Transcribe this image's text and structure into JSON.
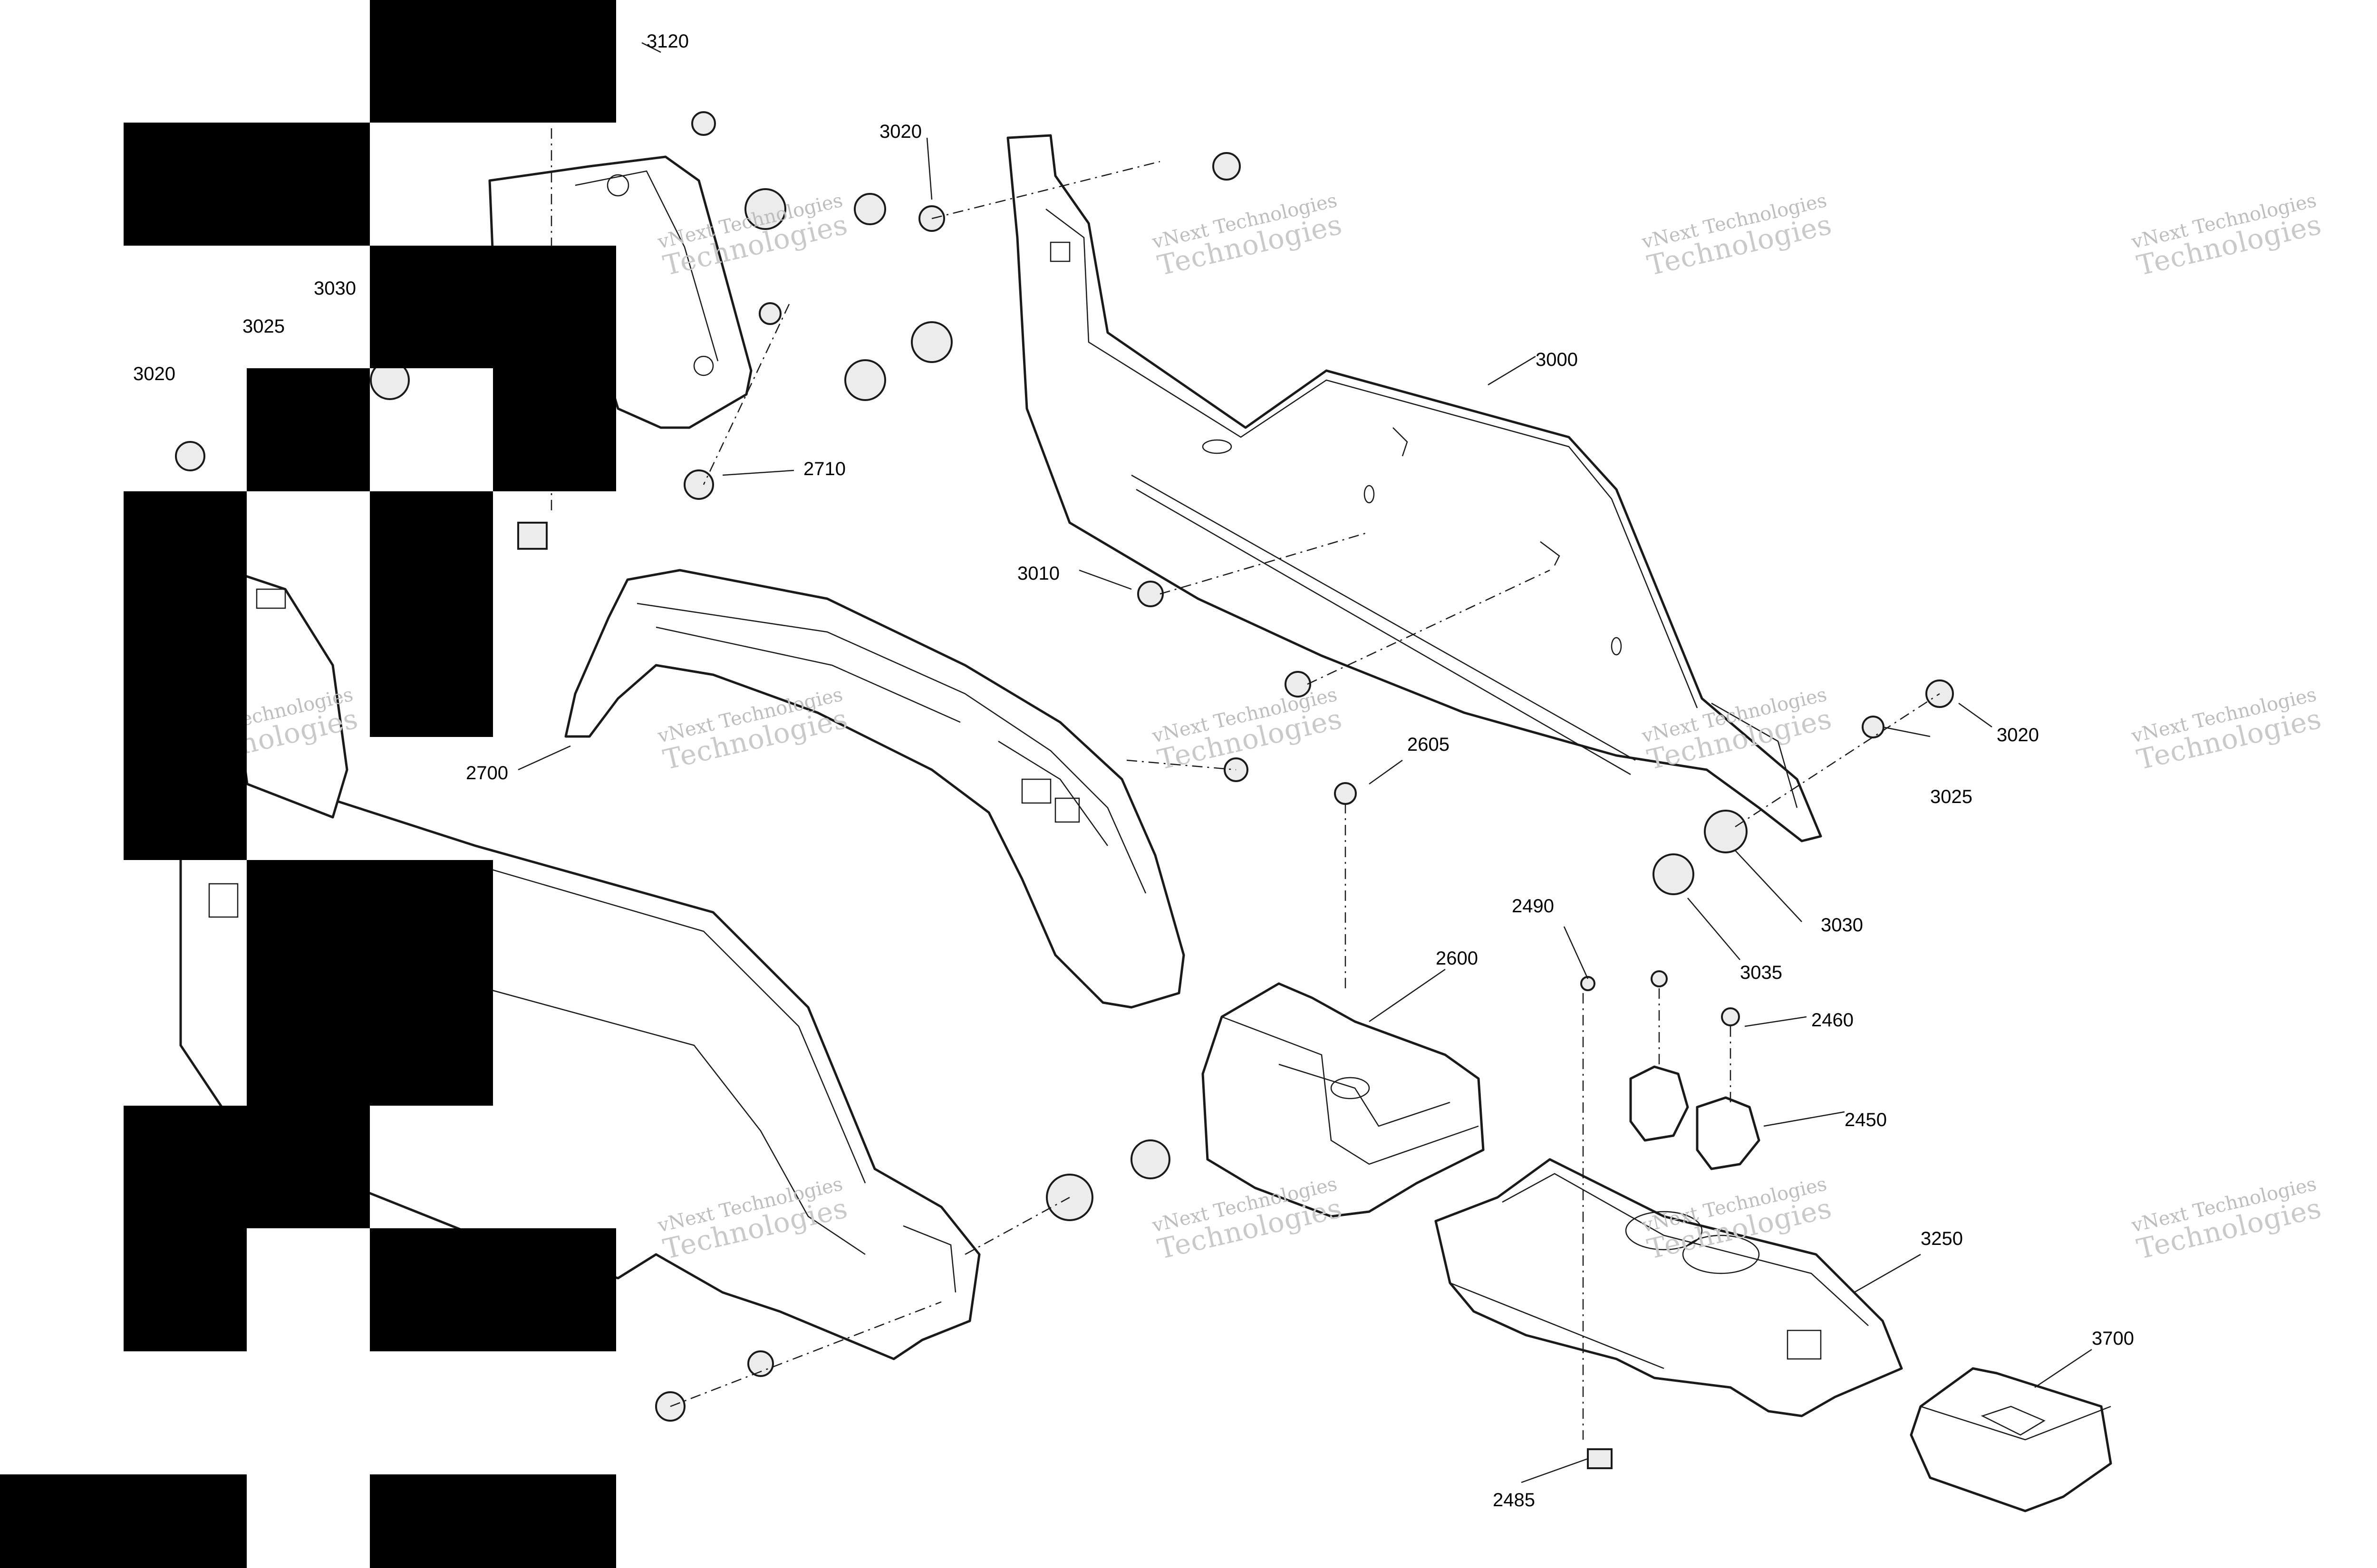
{
  "diagram": {
    "watermark": {
      "line1": "vNext Technologies",
      "line2": "Technologies"
    },
    "callouts": [
      {
        "id": "c3120",
        "label": "3120"
      },
      {
        "id": "c3020a",
        "label": "3020"
      },
      {
        "id": "c3030a",
        "label": "3030"
      },
      {
        "id": "c3025a",
        "label": "3025"
      },
      {
        "id": "c3020b",
        "label": "3020"
      },
      {
        "id": "c3000",
        "label": "3000"
      },
      {
        "id": "c2710",
        "label": "2710"
      },
      {
        "id": "c3010",
        "label": "3010"
      },
      {
        "id": "c2700",
        "label": "2700"
      },
      {
        "id": "c2605",
        "label": "2605"
      },
      {
        "id": "c3020c",
        "label": "3020"
      },
      {
        "id": "c3025b",
        "label": "3025"
      },
      {
        "id": "c3030b",
        "label": "3030"
      },
      {
        "id": "c2490",
        "label": "2490"
      },
      {
        "id": "c2600",
        "label": "2600"
      },
      {
        "id": "c3035",
        "label": "3035"
      },
      {
        "id": "c2460",
        "label": "2460"
      },
      {
        "id": "c2450",
        "label": "2450"
      },
      {
        "id": "c3250",
        "label": "3250"
      },
      {
        "id": "c3700",
        "label": "3700"
      },
      {
        "id": "c2485",
        "label": "2485"
      }
    ]
  }
}
